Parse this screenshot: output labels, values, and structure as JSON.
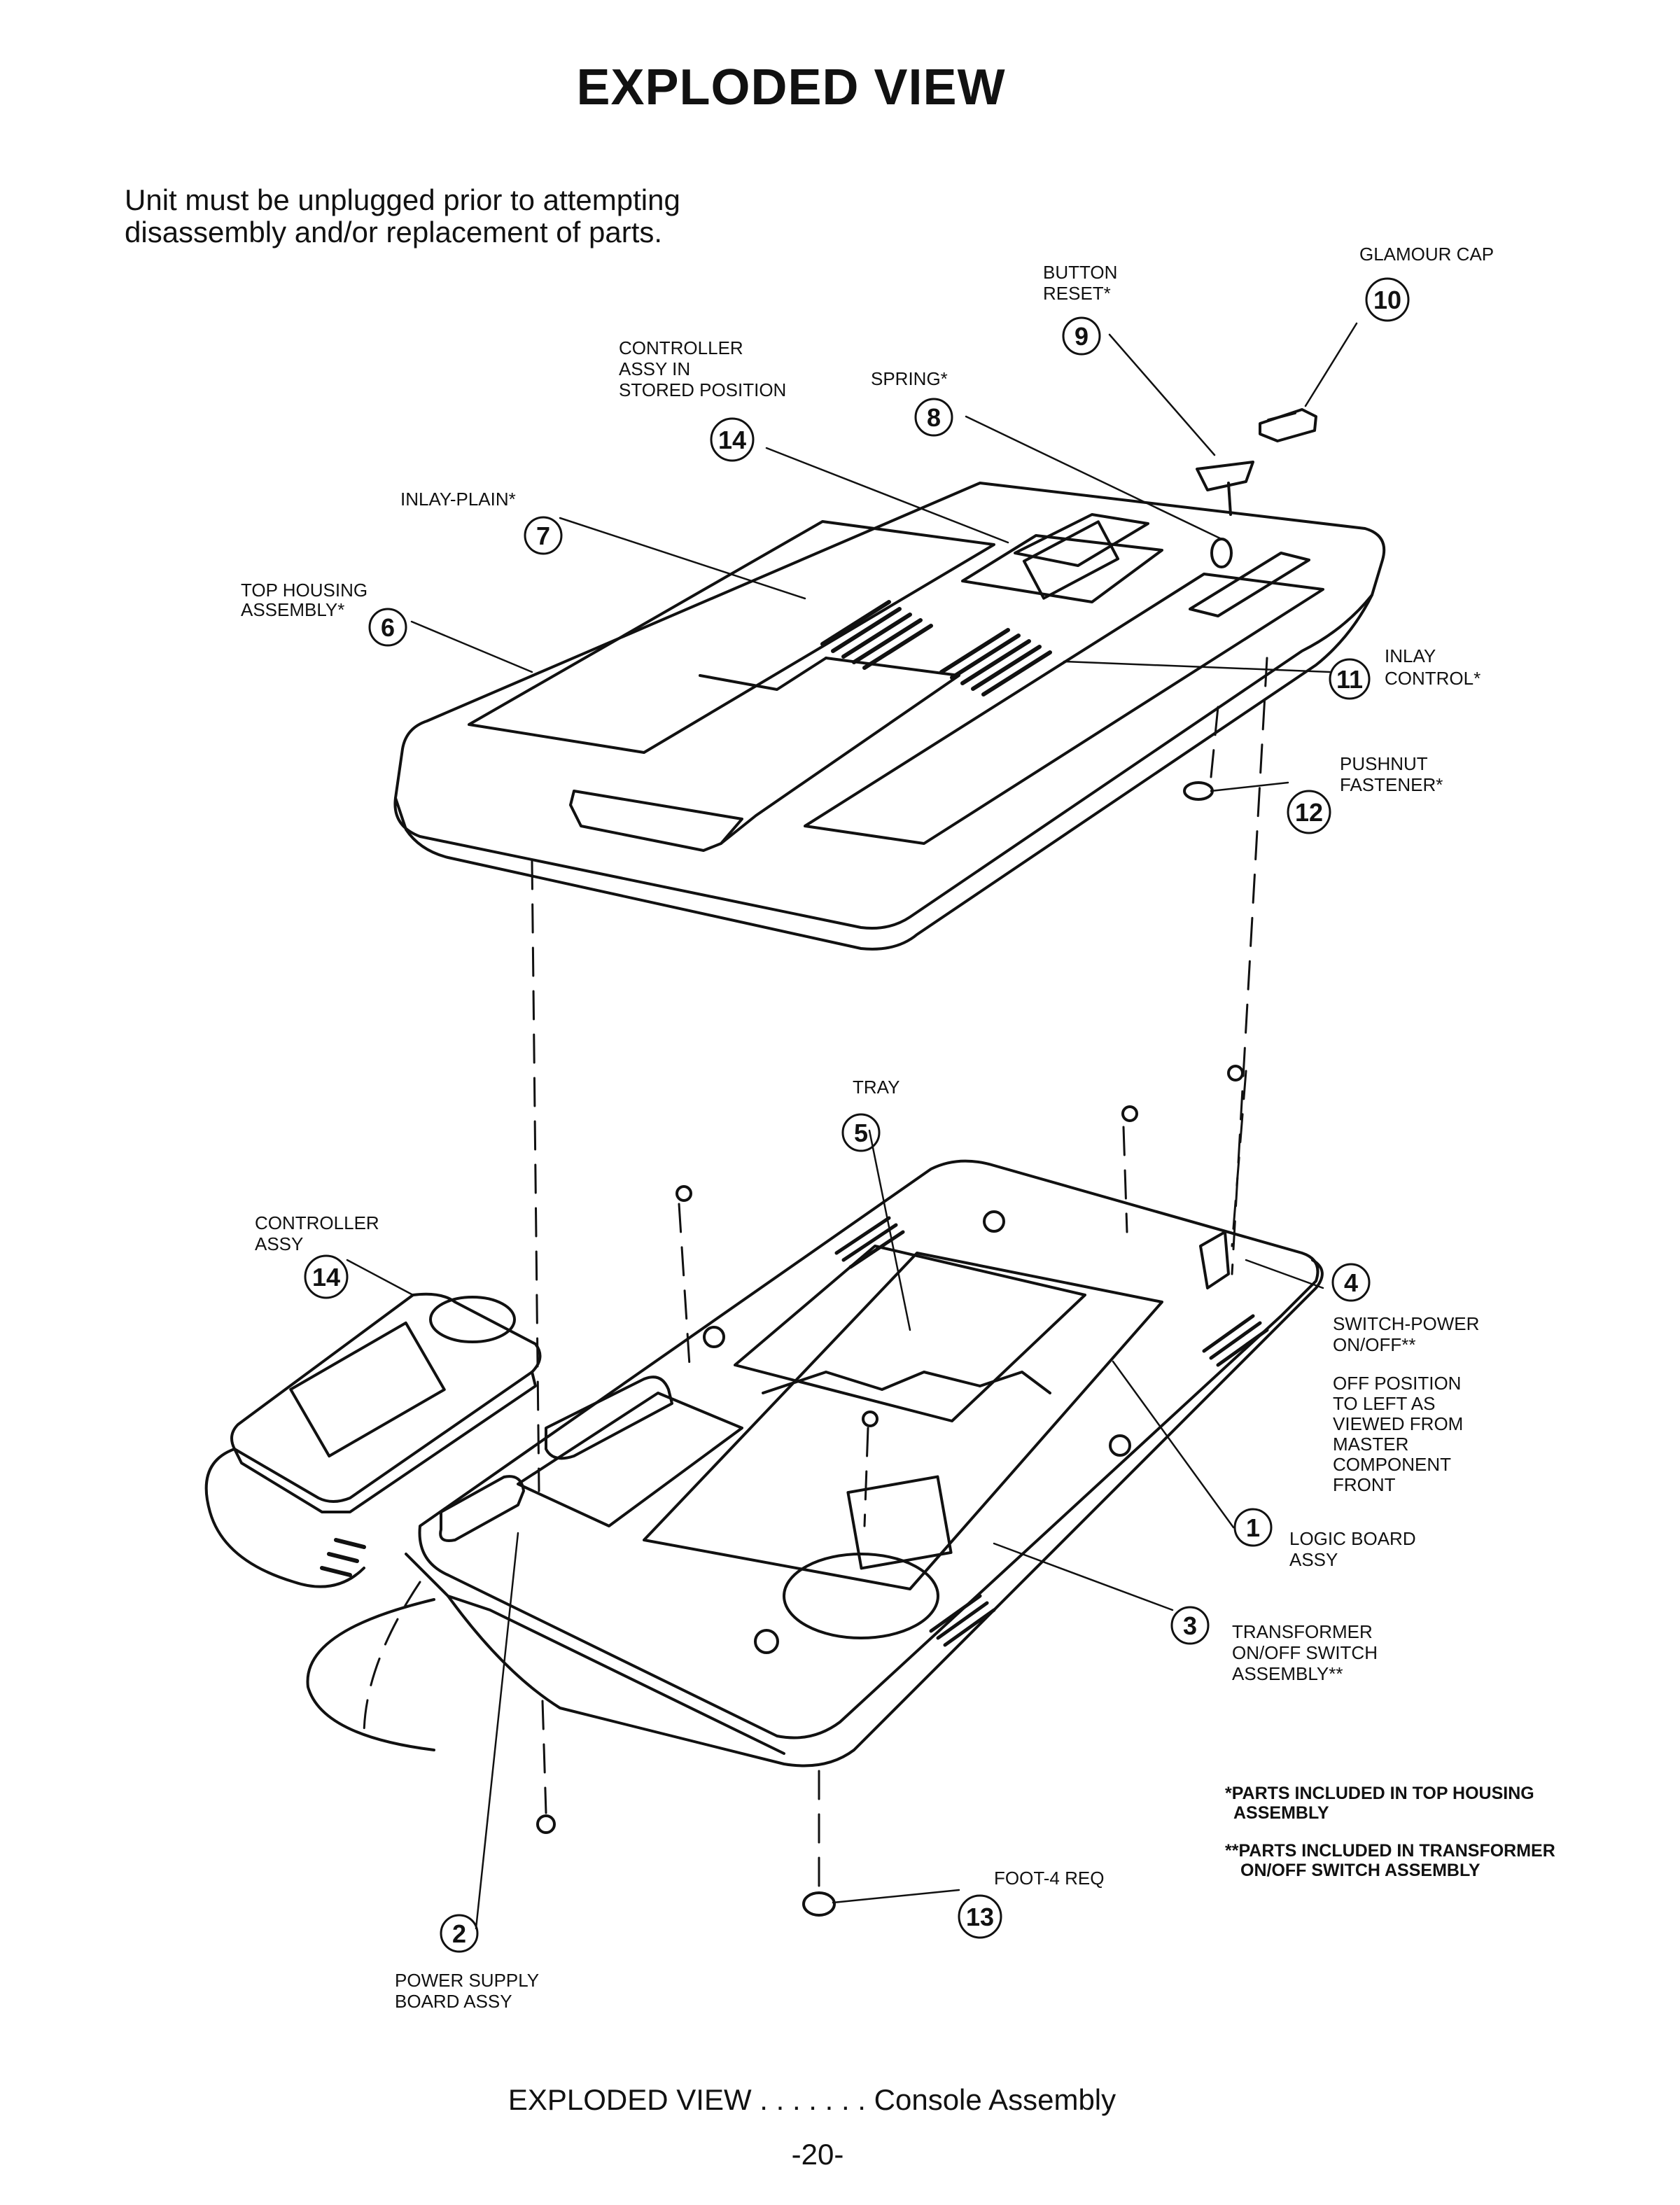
{
  "title": "EXPLODED VIEW",
  "intro": {
    "line1": "Unit must be unplugged prior to attempting",
    "line2": "disassembly and/or replacement of parts."
  },
  "callouts": {
    "c1": {
      "number": "1",
      "lines": [
        "LOGIC BOARD",
        "ASSY"
      ]
    },
    "c2": {
      "number": "2",
      "lines": [
        "POWER SUPPLY",
        "BOARD ASSY"
      ]
    },
    "c3": {
      "number": "3",
      "lines": [
        "TRANSFORMER",
        "ON/OFF SWITCH",
        "ASSEMBLY**"
      ]
    },
    "c4": {
      "number": "4",
      "lines": [
        "SWITCH-POWER",
        "ON/OFF**"
      ]
    },
    "c4note": {
      "lines": [
        "OFF POSITION",
        "TO LEFT AS",
        "VIEWED FROM",
        "MASTER",
        "COMPONENT",
        "FRONT"
      ]
    },
    "c5": {
      "number": "5",
      "lines": [
        "TRAY"
      ]
    },
    "c6": {
      "number": "6",
      "lines": [
        "TOP HOUSING",
        "ASSEMBLY*"
      ]
    },
    "c7": {
      "number": "7",
      "lines": [
        "INLAY-PLAIN*"
      ]
    },
    "c8": {
      "number": "8",
      "lines": [
        "SPRING*"
      ]
    },
    "c9": {
      "number": "9",
      "lines": [
        "BUTTON",
        "RESET*"
      ]
    },
    "c10": {
      "number": "10",
      "lines": [
        "GLAMOUR CAP"
      ]
    },
    "c11": {
      "number": "11",
      "lines": [
        "INLAY",
        "CONTROL*"
      ]
    },
    "c12": {
      "number": "12",
      "lines": [
        "PUSHNUT",
        "FASTENER*"
      ]
    },
    "c13": {
      "number": "13",
      "lines": [
        "FOOT-4 REQ"
      ]
    },
    "c14a": {
      "number": "14",
      "lines": [
        "CONTROLLER",
        "ASSY IN",
        "STORED POSITION"
      ]
    },
    "c14b": {
      "number": "14",
      "lines": [
        "CONTROLLER",
        "ASSY"
      ]
    }
  },
  "footnotes": {
    "f1": [
      "*PARTS INCLUDED IN TOP HOUSING",
      "ASSEMBLY"
    ],
    "f2": [
      "**PARTS INCLUDED IN TRANSFORMER",
      "ON/OFF SWITCH ASSEMBLY"
    ]
  },
  "caption": "EXPLODED VIEW . . . . . . . Console Assembly",
  "page_number": "-20-"
}
